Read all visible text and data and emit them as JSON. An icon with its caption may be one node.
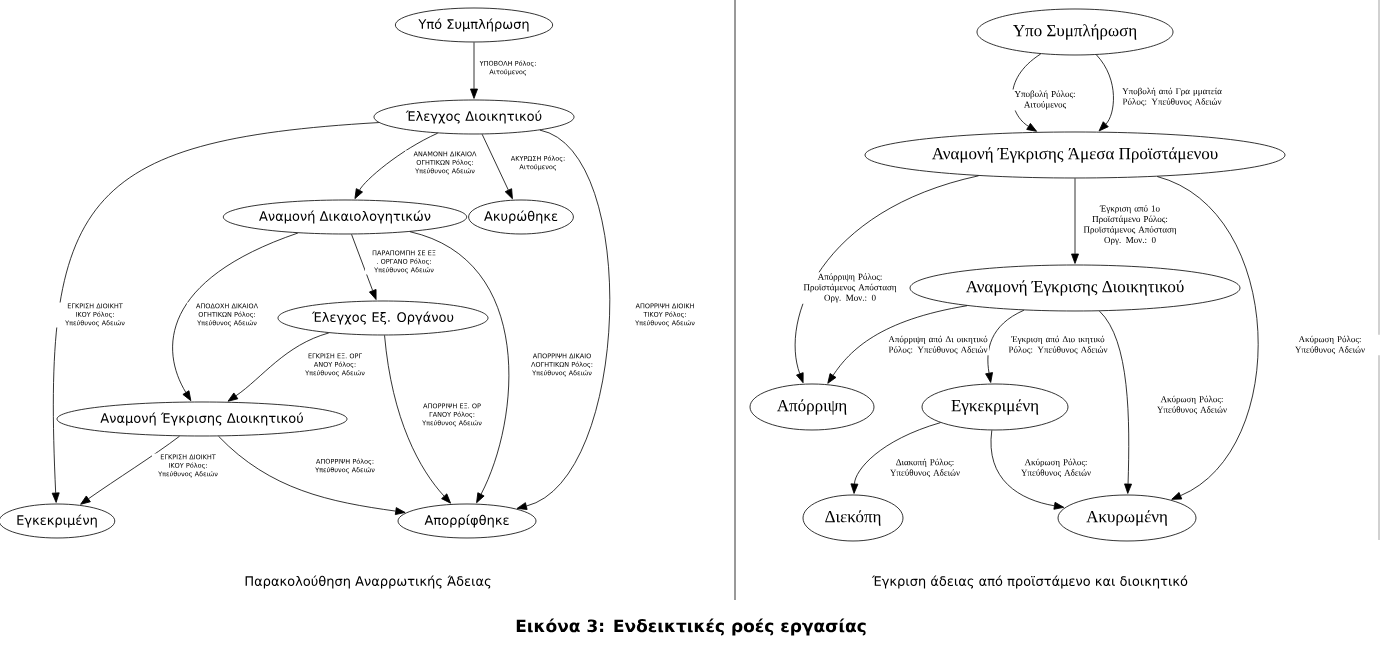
{
  "diagram": {
    "caption": "Εικόνα 3: Ενδεικτικές ροές εργασίας",
    "nodes": [
      {
        "text": [
          "Υπό Συμπλήρωση"
        ]
      },
      {
        "text": [
          "Έλεγχος Διοικητικού"
        ]
      },
      {
        "text": [
          "Αναμονή Δικαιολογητικών"
        ]
      },
      {
        "text": [
          "Ακυρώθηκε"
        ]
      },
      {
        "text": [
          "Έλεγχος Εξ. Οργάνου"
        ]
      },
      {
        "text": [
          "Αναμονή Έγκρισης Διοικητικού"
        ]
      },
      {
        "text": [
          "Εγκεκριμένη"
        ]
      },
      {
        "text": [
          "Απορρίφθηκε"
        ]
      },
      {
        "text": [
          "Υπο Συμπλήρωση"
        ]
      },
      {
        "text": [
          "Αναμονή Έγκρισης Άμεσα Προϊστάμενου"
        ]
      },
      {
        "text": [
          "Αναμονή Έγκρισης Διοικητικού"
        ]
      },
      {
        "text": [
          "Απόρριψη"
        ]
      },
      {
        "text": [
          "Εγκεκριμένη"
        ]
      },
      {
        "text": [
          "Διεκόπη"
        ]
      },
      {
        "text": [
          "Ακυρωμένη"
        ]
      }
    ],
    "edges": [
      {
        "from": 0,
        "to": 1,
        "arrow": "to",
        "label": "ΥΠΟΒΟΛΗ Ρόλος: Αιτούμενος"
      },
      {
        "from": 1,
        "to": 2,
        "arrow": "to",
        "label": "ΑΝΑΜΟΝΗ ΔΙΚΑΙΟΛ ΟΓΗΤΙΚΩΝ Ρόλος: Υπεύθυνος Αδειών"
      },
      {
        "from": 1,
        "to": 3,
        "arrow": "to",
        "label": "ΑΚΥΡΩΣΗ Ρόλος: Αιτούμενος"
      },
      {
        "from": 1,
        "to": 6,
        "arrow": "to",
        "label": "ΕΓΚΡΙΣΗ ΔΙΟΙΚΗΤ ΙΚΟΥ Ρόλος: Υπεύθυνος Αδειών"
      },
      {
        "from": 1,
        "to": 7,
        "arrow": "to",
        "label": "ΑΠΟΡΡΙΨΗ ΔΙΟΙΚΗ ΤΙΚΟΥ Ρόλος: Υπεύθυνος Αδειών"
      },
      {
        "from": 2,
        "to": 4,
        "arrow": "to",
        "label": "ΠΑΡΑΠΟΜΠΗ ΣΕ ΕΞ . ΟΡΓΑΝΟ Ρόλος: Υπεύθυνος Αδειών"
      },
      {
        "from": 2,
        "to": 5,
        "arrow": "to",
        "label": "ΑΠΟΔΟΧΗ ΔΙΚΑΙΟΛ ΟΓΗΤΙΚΩΝ Ρόλος: Υπεύθυνος Αδειών"
      },
      {
        "from": 2,
        "to": 7,
        "arrow": "to",
        "label": "ΑΠΟΡΡΙΨΗ ΔΙΚΑΙΟ ΛΟΓΗΤΙΚΩΝ Ρόλος: Υπεύθυνος Αδειών"
      },
      {
        "from": 4,
        "to": 5,
        "arrow": "to",
        "label": "ΕΓΚΡΙΣΗ ΕΞ. ΟΡΓ ΑΝΟΥ Ρόλος: Υπεύθυνος Αδειών"
      },
      {
        "from": 4,
        "to": 7,
        "arrow": "to",
        "label": "ΑΠΟΡΡΙΨΗ ΕΞ. ΟΡ ΓΑΝΟΥ Ρόλος: Υπεύθυνος Αδειών"
      },
      {
        "from": 5,
        "to": 6,
        "arrow": "to",
        "label": "ΕΓΚΡΙΣΗ ΔΙΟΙΚΗΤ ΙΚΟΥ Ρόλος: Υπεύθυνος Αδειών"
      },
      {
        "from": 5,
        "to": 7,
        "arrow": "to",
        "label": "ΑΠΟΡΡΙΨΗ Ρόλος: Υπεύθυνος Αδειών"
      },
      {
        "from": 8,
        "to": 9,
        "arrow": "to",
        "label": "Υποβολή Ρόλος: Αιτούμενος"
      },
      {
        "from": 8,
        "to": 9,
        "arrow": "to",
        "label": "Υποβολή από Γρα μματεία Ρόλος: Υπεύθυνος Αδειών"
      },
      {
        "from": 9,
        "to": 10,
        "arrow": "to",
        "label": "Έγκριση από 1ο Προϊστάμενο Ρόλος: Προϊστάμενος Απόσταση Οργ. Μον.: 0"
      },
      {
        "from": 9,
        "to": 11,
        "arrow": "to",
        "label": "Απόρριψη Ρόλος: Προϊστάμενος Απόσταση Οργ. Μον.: 0"
      },
      {
        "from": 9,
        "to": 14,
        "arrow": "to",
        "label": "Ακύρωση Ρόλος: Υπεύθυνος Αδειών"
      },
      {
        "from": 10,
        "to": 11,
        "arrow": "to",
        "label": "Απόρριψη από Δι οικητικό Ρόλος: Υπεύθυνος Αδειών"
      },
      {
        "from": 10,
        "to": 12,
        "arrow": "to",
        "label": "Έγκριση από Διο ικητικό Ρόλος: Υπεύθυνος Αδειών"
      },
      {
        "from": 10,
        "to": 14,
        "arrow": "to",
        "label": "Ακύρωση Ρόλος: Υπεύθυνος Αδειών"
      },
      {
        "from": 12,
        "to": 13,
        "arrow": "to",
        "label": "Διακοπή Ρόλος: Υπεύθυνος Αδειών"
      },
      {
        "from": 12,
        "to": 14,
        "arrow": "to",
        "label": "Ακύρωση Ρόλος: Υπεύθυνος Αδειών"
      }
    ],
    "labels": [
      "Παρακολούθηση Αναρρωτικής Άδειας",
      "Έγκριση άδειας από προϊστάμενο και διοικητικό"
    ]
  }
}
